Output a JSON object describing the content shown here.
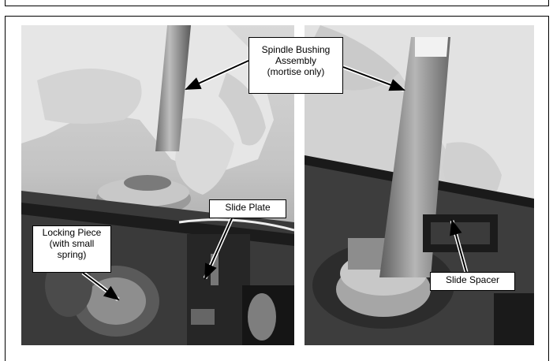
{
  "callouts": {
    "spindle": [
      "Spindle Bushing",
      "Assembly",
      "(mortise only)"
    ],
    "slide_plate": "Slide Plate",
    "locking": [
      "Locking Piece",
      "(with small",
      "spring)"
    ],
    "spacer": "Slide Spacer"
  },
  "colors": {
    "frame": "#000000",
    "photo_bg": "#cfcfcf"
  }
}
